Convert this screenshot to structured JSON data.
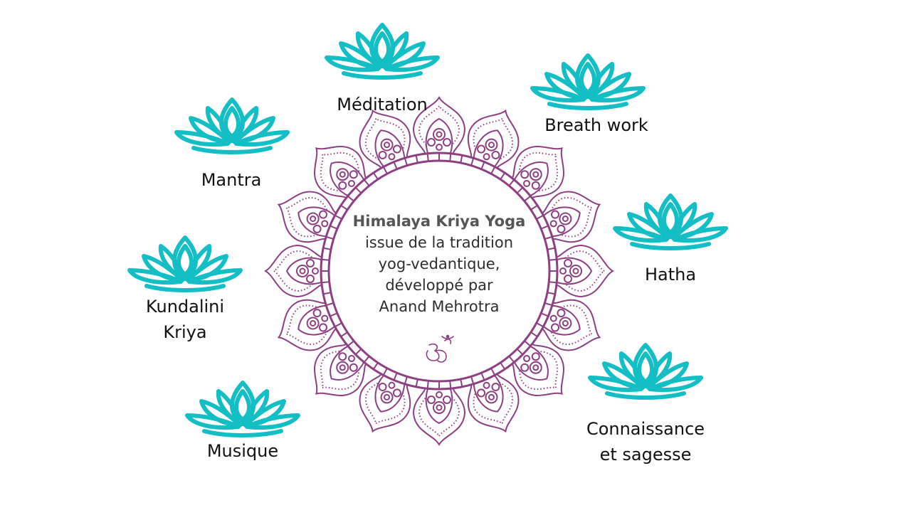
{
  "colors": {
    "lotus": "#13bec4",
    "mandala": "#8e3f82"
  },
  "center": {
    "title": "Himalaya Kriya Yoga",
    "lines": [
      "issue de la tradition",
      "yog-vedantique,",
      "développé par",
      "Anand Mehrotra"
    ],
    "symbol": "om-icon"
  },
  "branches": [
    {
      "label": "Méditation"
    },
    {
      "label": "Breath work"
    },
    {
      "label": "Mantra"
    },
    {
      "label": "Hatha"
    },
    {
      "label": "Kundalini",
      "label2": "Kriya"
    },
    {
      "label": "Connaissance",
      "label2": "et sagesse"
    },
    {
      "label": "Musique"
    }
  ]
}
